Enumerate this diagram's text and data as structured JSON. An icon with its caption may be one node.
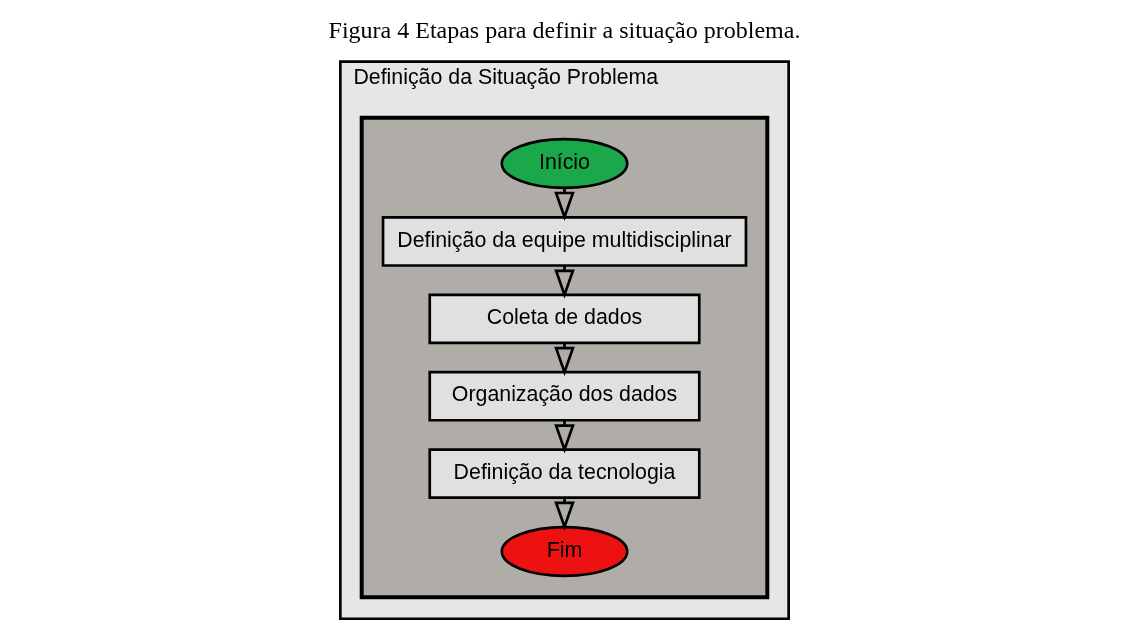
{
  "diagram": {
    "title": "Figura 4 Etapas para definir a situação problema.",
    "nodes": [
      {
        "text": [
          "Definição da Situação Problema"
        ]
      },
      {
        "text": [],
        "shape": "box",
        "in": 0
      },
      {
        "text": [
          "Início"
        ],
        "in": 1
      },
      {
        "text": [
          "Definição da equipe multidisciplinar"
        ],
        "in": 1
      },
      {
        "text": [
          "Coleta de dados"
        ],
        "in": 1
      },
      {
        "text": [
          "Organização dos dados"
        ],
        "in": 1
      },
      {
        "text": [
          "Definição da tecnologia"
        ],
        "in": 1
      },
      {
        "text": [
          "Fim"
        ],
        "in": 1
      }
    ],
    "edges": [
      {
        "from": 2,
        "to": 3,
        "arrow": "to"
      },
      {
        "from": 3,
        "to": 4,
        "arrow": "to"
      },
      {
        "from": 4,
        "to": 5,
        "arrow": "to"
      },
      {
        "from": 5,
        "to": 6,
        "arrow": "to"
      },
      {
        "from": 6,
        "to": 7,
        "arrow": "to"
      }
    ]
  }
}
